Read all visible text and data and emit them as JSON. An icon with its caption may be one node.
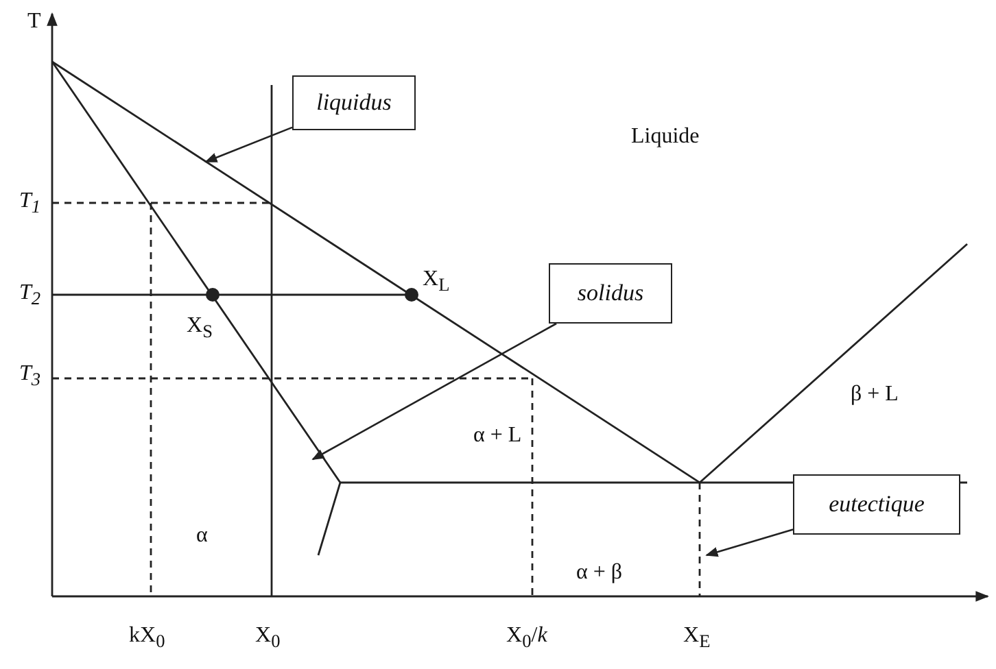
{
  "diagram": {
    "nodes": [
      {
        "text": [
          "liquidus"
        ]
      },
      {
        "text": [
          "solidus"
        ]
      },
      {
        "text": [
          "eutectique"
        ]
      }
    ],
    "edges": [
      {
        "from": 0,
        "to": null,
        "arrow": "to"
      },
      {
        "from": 1,
        "to": null,
        "arrow": "to"
      },
      {
        "from": 2,
        "to": null,
        "arrow": "to"
      }
    ],
    "labels": [
      "T",
      "T$_{1}$",
      "T$_{2}$",
      "T$_{3}$",
      "Liquide",
      "X$_{L}$",
      "X$_{S}$",
      "α + L",
      "β + L",
      "α",
      "α + β",
      "kX$_{0}$",
      "X$_{0}$",
      "X$_{0}$/*k*",
      "X$_{E}$"
    ]
  }
}
